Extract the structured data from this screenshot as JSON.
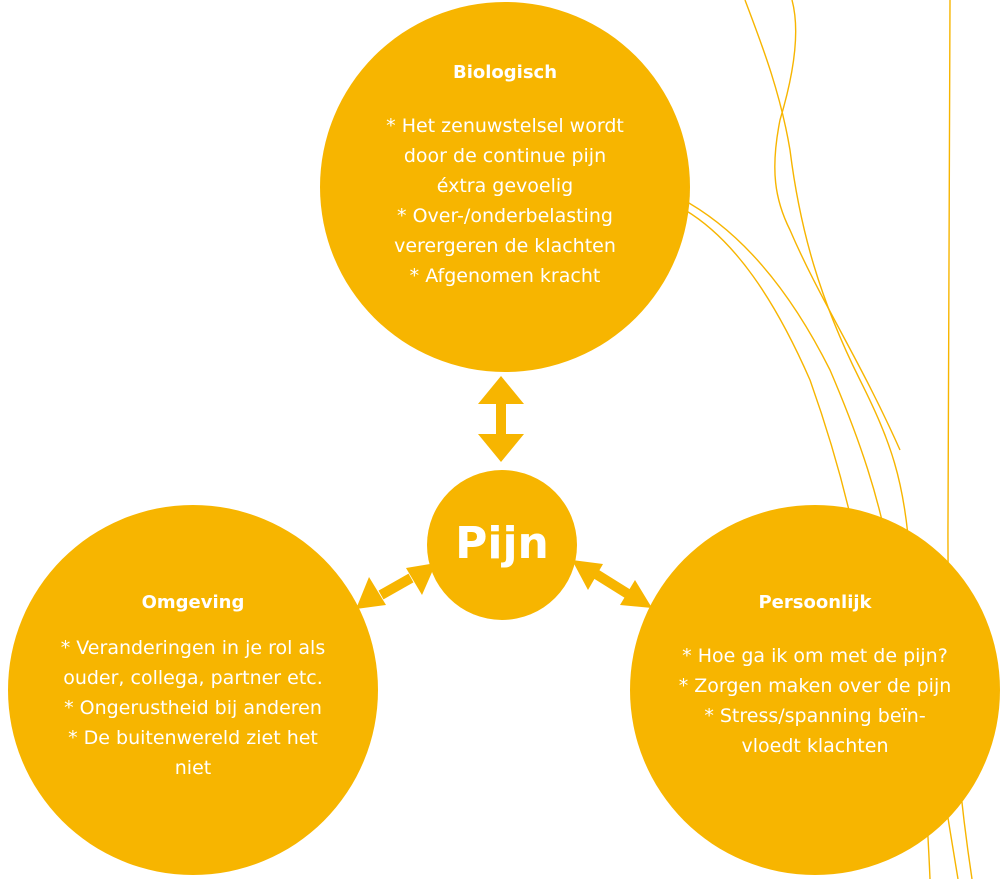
{
  "colors": {
    "fill": "#F7B500",
    "line": "#F7B500",
    "text": "#FFFFFF"
  },
  "center": {
    "label": "Pijn"
  },
  "nodes": {
    "biologisch": {
      "title": "Biologisch",
      "lines": [
        "* Het zenuwstelsel wordt",
        "door de continue pijn",
        "éxtra gevoelig",
        "* Over-/onderbelasting",
        "verergeren de klachten",
        "* Afgenomen kracht"
      ]
    },
    "omgeving": {
      "title": "Omgeving",
      "lines": [
        "* Veranderingen in je rol als",
        "ouder, collega, partner etc.",
        "* Ongerustheid bij anderen",
        "* De buitenwereld ziet het",
        "niet"
      ]
    },
    "persoonlijk": {
      "title": "Persoonlijk",
      "lines": [
        "* Hoe ga ik om met de pijn?",
        "* Zorgen maken over de pijn",
        "* Stress/spanning beïn-",
        "vloedt klachten"
      ]
    }
  }
}
